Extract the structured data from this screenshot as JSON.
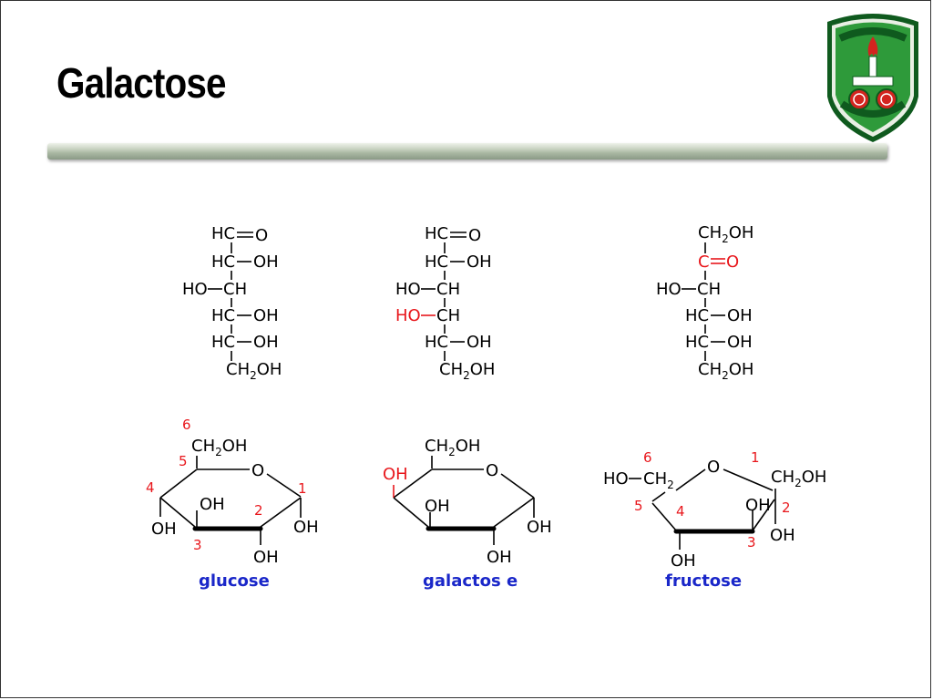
{
  "slide": {
    "title": "Galactose"
  },
  "logo": {
    "name": "University of Jordan emblem",
    "colors": {
      "green": "#2e9a3a",
      "dark_green": "#0f5a1e",
      "red": "#d3241f"
    }
  },
  "colors": {
    "highlight": "#e8171c",
    "caption": "#1a27c9",
    "bond": "#000000"
  },
  "fischer": [
    {
      "rows": [
        {
          "left": "",
          "center": "HC",
          "right": "O",
          "bond": "double"
        },
        {
          "left": "",
          "center": "HC",
          "right": "OH"
        },
        {
          "left": "HO",
          "center": "CH",
          "right": ""
        },
        {
          "left": "",
          "center": "HC",
          "right": "OH"
        },
        {
          "left": "",
          "center": "HC",
          "right": "OH"
        },
        {
          "left": "",
          "center": "CH",
          "sub": "2",
          "tail": "OH"
        }
      ]
    },
    {
      "rows": [
        {
          "left": "",
          "center": "HC",
          "right": "O",
          "bond": "double"
        },
        {
          "left": "",
          "center": "HC",
          "right": "OH"
        },
        {
          "left": "HO",
          "center": "CH",
          "right": ""
        },
        {
          "left": "HO",
          "center": "CH",
          "right": "",
          "highlight": true
        },
        {
          "left": "",
          "center": "HC",
          "right": "OH"
        },
        {
          "left": "",
          "center": "CH",
          "sub": "2",
          "tail": "OH"
        }
      ]
    },
    {
      "rows": [
        {
          "left": "",
          "center": "CH",
          "sub": "2",
          "tail": "OH"
        },
        {
          "left": "",
          "center": "C",
          "right": "O",
          "bond": "double",
          "highlight": true
        },
        {
          "left": "HO",
          "center": "CH",
          "right": ""
        },
        {
          "left": "",
          "center": "HC",
          "right": "OH"
        },
        {
          "left": "",
          "center": "HC",
          "right": "OH"
        },
        {
          "left": "",
          "center": "CH",
          "sub": "2",
          "tail": "OH"
        }
      ]
    }
  ],
  "rings": {
    "glucose": {
      "name": "glucose",
      "ch2oh": "CH",
      "ch2oh_sub": "2",
      "ch2oh_tail": "OH",
      "ring_o": "O",
      "oh_top": "OH",
      "oh_c4": "OH",
      "oh_c1": "OH",
      "oh_c2": "OH",
      "nums": [
        "1",
        "2",
        "3",
        "4",
        "5",
        "6"
      ]
    },
    "galactose": {
      "name": "galactos e",
      "ch2oh": "CH",
      "ch2oh_sub": "2",
      "ch2oh_tail": "OH",
      "ring_o": "O",
      "oh_red": "OH",
      "oh_top": "OH",
      "oh_c1": "OH",
      "oh_c2": "OH"
    },
    "fructose": {
      "name": "fructose",
      "hoch2_left": "HO",
      "hoch2_c": "CH",
      "hoch2_sub": "2",
      "ring_o": "O",
      "ch2oh": "CH",
      "ch2oh_sub": "2",
      "ch2oh_tail": "OH",
      "oh_c2_up": "OH",
      "oh_c2_down": "OH",
      "oh_c4": "OH",
      "nums": [
        "1",
        "2",
        "3",
        "4",
        "5",
        "6"
      ]
    }
  }
}
